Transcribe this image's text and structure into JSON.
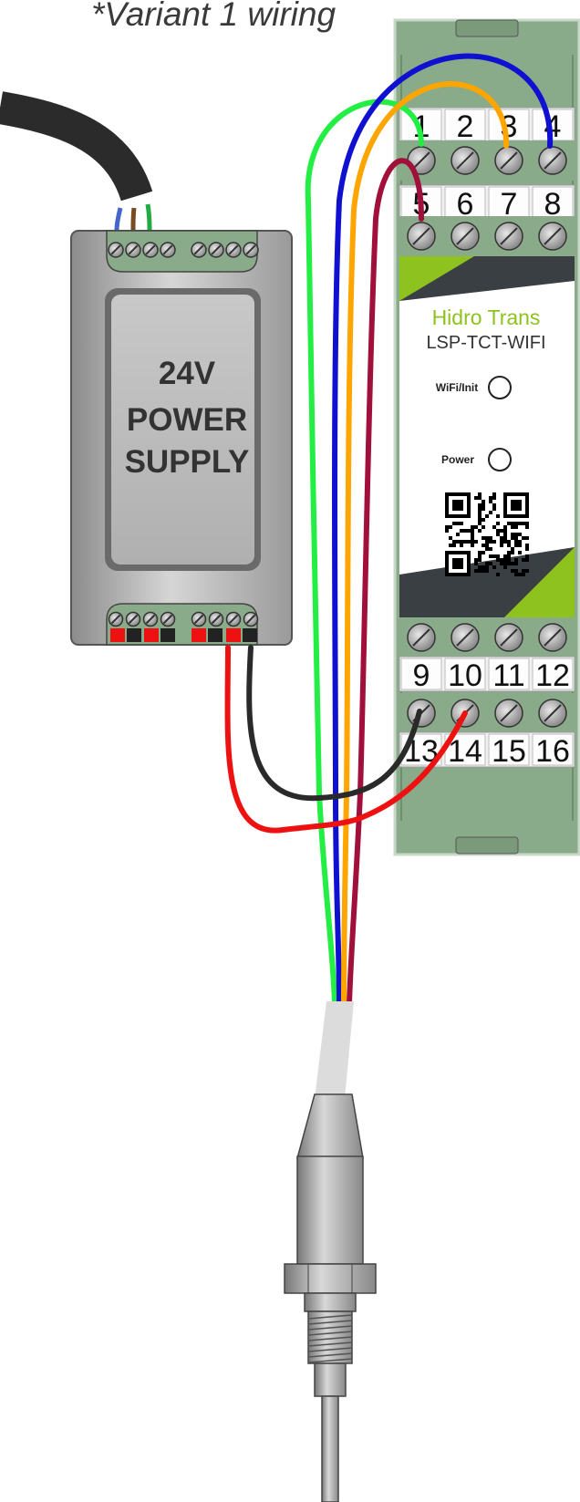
{
  "title": "*Variant 1 wiring",
  "power_supply": {
    "line1": "24V",
    "line2": "POWER",
    "line3": "SUPPLY"
  },
  "device": {
    "brand": "Hidro Trans",
    "model": "LSP-TCT-WIFI",
    "led_wifi_label": "WiFi/Init",
    "led_power_label": "Power",
    "terminals_top_row1": [
      "1",
      "2",
      "3",
      "4"
    ],
    "terminals_top_row2": [
      "5",
      "6",
      "7",
      "8"
    ],
    "terminals_bottom_row1": [
      "9",
      "10",
      "11",
      "12"
    ],
    "terminals_bottom_row2": [
      "13",
      "14",
      "15",
      "16"
    ]
  },
  "colors": {
    "housing": "#8aab8a",
    "brand_green": "#8dc21f",
    "wire_green": "#22ee44",
    "wire_blue": "#1010d0",
    "wire_orange": "#ffa500",
    "wire_crimson": "#a0103a",
    "wire_red": "#ee1111",
    "wire_black": "#2a2a2a"
  }
}
